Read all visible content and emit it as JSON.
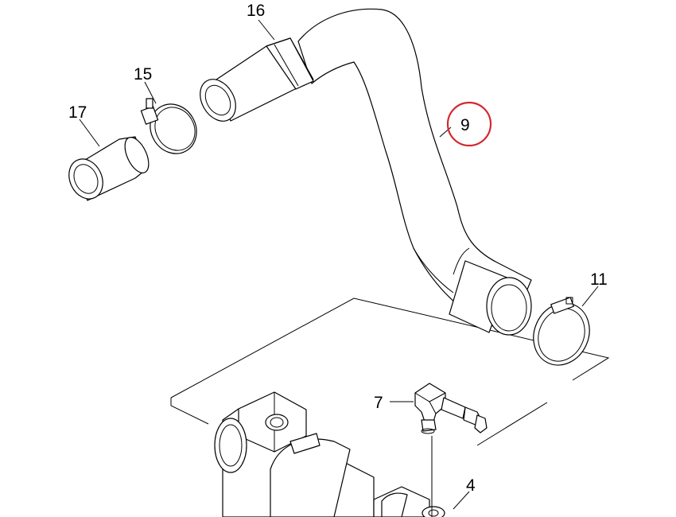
{
  "highlight_color": "#d4282f",
  "callouts": {
    "p16": "16",
    "p15": "15",
    "p17": "17",
    "p9": "9",
    "p11": "11",
    "p7": "7",
    "p4": "4"
  },
  "highlighted_part": "9"
}
